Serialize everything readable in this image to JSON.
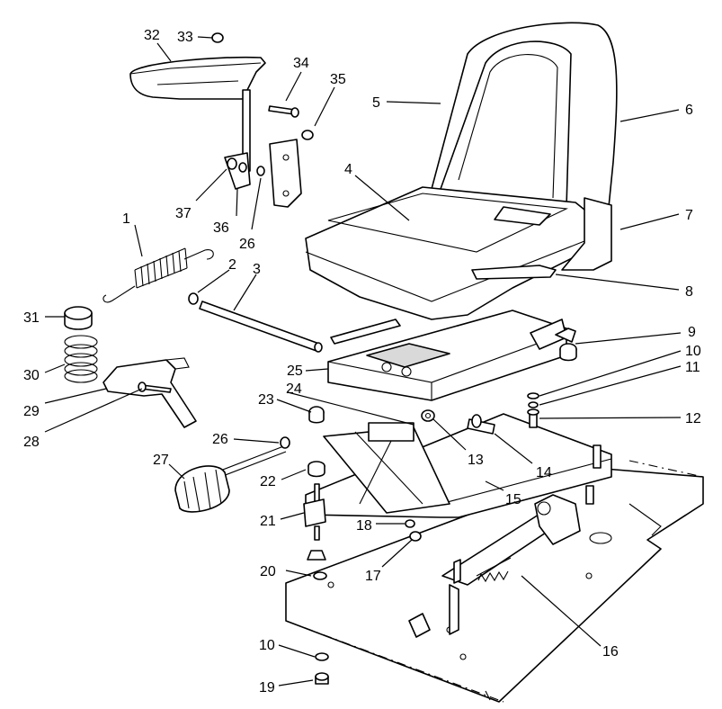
{
  "callouts": [
    {
      "id": "c1",
      "label": "1"
    },
    {
      "id": "c2",
      "label": "2"
    },
    {
      "id": "c3",
      "label": "3"
    },
    {
      "id": "c4",
      "label": "4"
    },
    {
      "id": "c5",
      "label": "5"
    },
    {
      "id": "c6",
      "label": "6"
    },
    {
      "id": "c7",
      "label": "7"
    },
    {
      "id": "c8",
      "label": "8"
    },
    {
      "id": "c9",
      "label": "9"
    },
    {
      "id": "c10a",
      "label": "10"
    },
    {
      "id": "c11",
      "label": "11"
    },
    {
      "id": "c12",
      "label": "12"
    },
    {
      "id": "c13",
      "label": "13"
    },
    {
      "id": "c14",
      "label": "14"
    },
    {
      "id": "c15",
      "label": "15"
    },
    {
      "id": "c16",
      "label": "16"
    },
    {
      "id": "c17",
      "label": "17"
    },
    {
      "id": "c18",
      "label": "18"
    },
    {
      "id": "c19",
      "label": "19"
    },
    {
      "id": "c10b",
      "label": "10"
    },
    {
      "id": "c20",
      "label": "20"
    },
    {
      "id": "c21",
      "label": "21"
    },
    {
      "id": "c22",
      "label": "22"
    },
    {
      "id": "c23",
      "label": "23"
    },
    {
      "id": "c24",
      "label": "24"
    },
    {
      "id": "c25",
      "label": "25"
    },
    {
      "id": "c26a",
      "label": "26"
    },
    {
      "id": "c26b",
      "label": "26"
    },
    {
      "id": "c27",
      "label": "27"
    },
    {
      "id": "c28",
      "label": "28"
    },
    {
      "id": "c29",
      "label": "29"
    },
    {
      "id": "c30",
      "label": "30"
    },
    {
      "id": "c31",
      "label": "31"
    },
    {
      "id": "c32",
      "label": "32"
    },
    {
      "id": "c33",
      "label": "33"
    },
    {
      "id": "c34",
      "label": "34"
    },
    {
      "id": "c35",
      "label": "35"
    },
    {
      "id": "c36",
      "label": "36"
    },
    {
      "id": "c37",
      "label": "37"
    }
  ]
}
